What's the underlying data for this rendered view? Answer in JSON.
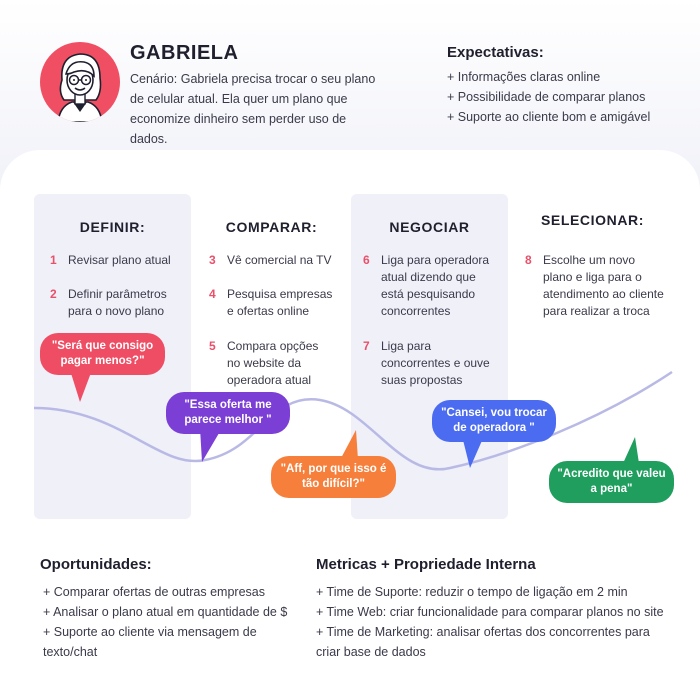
{
  "persona": {
    "name": "GABRIELA",
    "scenario": "Cenário: Gabriela precisa trocar o seu plano de celular atual. Ela quer um plano que economize dinheiro sem perder uso de dados.",
    "avatar_icon": "woman-avatar-icon",
    "avatar_bg": "#f04e63"
  },
  "expectations": {
    "title": "Expectativas:",
    "items": [
      "+ Informações claras online",
      "+ Possibilidade de comparar planos",
      "+ Suporte ao cliente bom e amigável"
    ]
  },
  "stages": [
    {
      "title": "DEFINIR:",
      "steps": [
        {
          "num": "1",
          "text": "Revisar plano atual"
        },
        {
          "num": "2",
          "text": "Definir parâmetros para o novo plano"
        }
      ]
    },
    {
      "title": "COMPARAR:",
      "steps": [
        {
          "num": "3",
          "text": "Vê comercial na TV"
        },
        {
          "num": "4",
          "text": "Pesquisa empresas e ofertas online"
        },
        {
          "num": "5",
          "text": "Compara opções no website da operadora atual"
        }
      ]
    },
    {
      "title": "NEGOCIAR",
      "steps": [
        {
          "num": "6",
          "text": "Liga para operadora atual dizendo que está pesquisando concorrentes"
        },
        {
          "num": "7",
          "text": "Liga para concorrentes e ouve suas propostas"
        }
      ]
    },
    {
      "title": "SELECIONAR:",
      "steps": [
        {
          "num": "8",
          "text": "Escolhe um novo plano e liga para o atendimento ao cliente para realizar a troca"
        }
      ]
    }
  ],
  "quotes": [
    {
      "text": "\"Será que consigo pagar menos?\"",
      "color": "#ef4d63"
    },
    {
      "text": "\"Essa oferta me parece melhor \"",
      "color": "#7b3fd6"
    },
    {
      "text": "\"Aff, por que isso é tão difícil?\"",
      "color": "#f57f3b"
    },
    {
      "text": "\"Cansei, vou trocar de operadora \"",
      "color": "#4b6bf0"
    },
    {
      "text": "\"Acredito que valeu a pena\"",
      "color": "#1f9e5e"
    }
  ],
  "colors": {
    "curve": "#b9b9e6",
    "step_number": "#e9506a",
    "stage_bg": "#eff0f8"
  },
  "opportunities": {
    "title": "Oportunidades:",
    "items": [
      "+ Comparar ofertas de outras empresas",
      "+ Analisar o plano atual em quantidade de $",
      "+ Suporte ao cliente via mensagem de texto/chat"
    ]
  },
  "metrics": {
    "title": "Metricas + Propriedade Interna",
    "items": [
      "+ Time de Suporte: reduzir o tempo de ligação em 2 min",
      "+ Time Web: criar funcionalidade para comparar planos no site",
      "+ Time de Marketing: analisar ofertas dos concorrentes para criar base de dados"
    ]
  }
}
